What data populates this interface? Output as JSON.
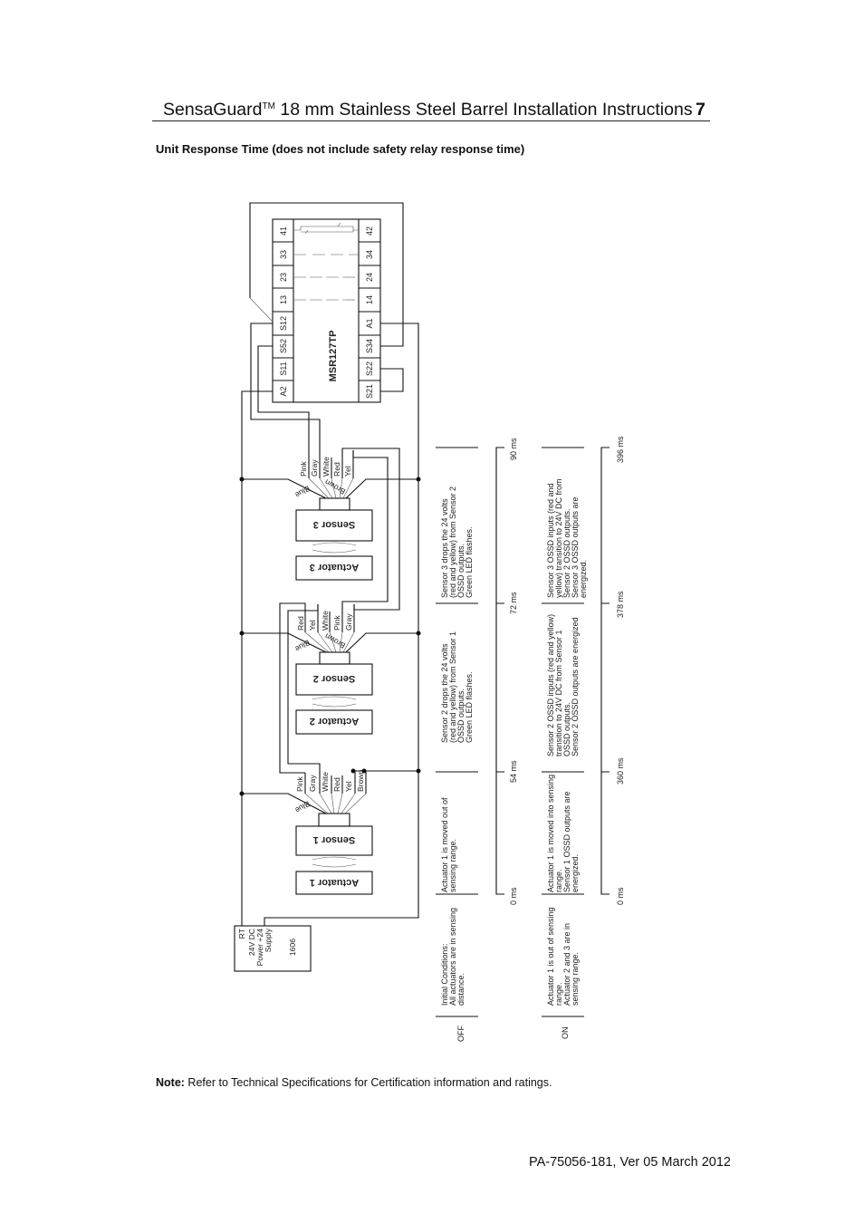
{
  "header": {
    "brand": "SensaGuard",
    "tm": "TM",
    "title_rest": " 18 mm Stainless Steel Barrel Installation Instructions",
    "page_number": "7"
  },
  "subtitle": "Unit Response Time (does not include safety relay response time)",
  "relay": {
    "model": "MSR127TP",
    "left_terminals": [
      "41",
      "33",
      "23",
      "13",
      "S12",
      "S52",
      "S11",
      "A2"
    ],
    "right_terminals": [
      "42",
      "34",
      "24",
      "14",
      "A1",
      "S34",
      "S22",
      "S21"
    ]
  },
  "power_supply": {
    "lines": [
      "RT",
      "24V DC",
      "Power +24",
      "Supply",
      "1606"
    ]
  },
  "sensors": {
    "s3": {
      "sensor": "Sensor 3",
      "actuator": "Actuator 3",
      "wires": [
        "Pink",
        "Gray",
        "White",
        "Red",
        "Yel"
      ],
      "blue": "Blue",
      "brown": "Brown"
    },
    "s2": {
      "sensor": "Sensor 2",
      "actuator": "Actuator 2",
      "wires": [
        "Red",
        "Yel",
        "White",
        "Pink",
        "Gray"
      ],
      "blue": "Blue",
      "brown": "Brown"
    },
    "s1": {
      "sensor": "Sensor 1",
      "actuator": "Actuator 1",
      "wires": [
        "Pink",
        "Gray",
        "White",
        "Red",
        "Yel",
        "Brown"
      ],
      "blue": "Blue"
    }
  },
  "timing": {
    "off": {
      "label": "OFF",
      "steps": [
        [
          "Initial Conditions:",
          "All actuators are in sensing",
          "distance."
        ],
        [
          "Actuator 1 is moved out of",
          "sensing range."
        ],
        [
          "Sensor 2 drops the 24 volts",
          "(red and yellow) from Sensor 1",
          "OSSD outputs.",
          "Green LED flashes."
        ],
        [
          "Sensor 3 drops the 24 volts",
          "(red and yellow) from Sensor 2",
          "OSSD outputs.",
          "Green LED flashes."
        ]
      ],
      "times": [
        "0 ms",
        "54 ms",
        "72 ms",
        "90 ms"
      ]
    },
    "on": {
      "label": "ON",
      "steps": [
        [
          "Actuator 1 is out of sensing",
          "range.",
          "Actuator 2 and 3 are in",
          "sensing range."
        ],
        [
          "Actuator 1 is moved into sensing",
          "range.",
          "Sensor 1 OSSD outputs are",
          "energized."
        ],
        [
          "Sensor 2 OSSD inputs (red and yellow)",
          "transition to 24V DC from Sensor 1",
          "OSSD outputs.",
          "Sensor 2 OSSD outputs are energized"
        ],
        [
          "Sensor 3 OSSD inputs (red and",
          "yellow) transition to 24V DC from",
          "Sensor 2 OSSD outputs.",
          "Sensor 3 OSSD outputs are",
          "energized."
        ]
      ],
      "times": [
        "0 ms",
        "360 ms",
        "378 ms",
        "396 ms"
      ]
    }
  },
  "note": {
    "label": "Note:",
    "text": " Refer to Technical Specifications for Certification information and ratings."
  },
  "footer": "PA-75056-181, Ver 05 March 2012"
}
